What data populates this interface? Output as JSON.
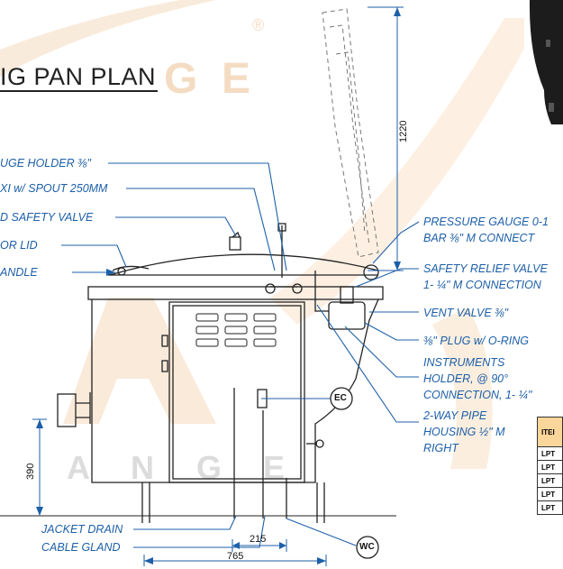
{
  "title": "IG PAN PLAN",
  "watermark": {
    "letters": [
      "G",
      "E"
    ],
    "lower_letters": [
      "A",
      "N",
      "G",
      "E"
    ],
    "registered": "®"
  },
  "left_labels": [
    "UGE HOLDER ⅜\"",
    "XI w/ SPOUT 250MM",
    "D SAFETY VALVE",
    "OR LID",
    "ANDLE",
    "JACKET DRAIN",
    "CABLE GLAND"
  ],
  "right_labels": [
    [
      "PRESSURE GAUGE 0-1",
      "BAR ⅜\" M CONNECT"
    ],
    [
      "SAFETY RELIEF VALVE",
      "1- ¼\" M CONNECTION"
    ],
    [
      "VENT VALVE ⅜\""
    ],
    [
      "⅜\" PLUG w/ O-RING"
    ],
    [
      "INSTRUMENTS",
      "HOLDER, @ 90°",
      "CONNECTION, 1- ¼\""
    ],
    [
      "2-WAY PIPE",
      "HOUSING ½\" M",
      "RIGHT"
    ]
  ],
  "dimensions": {
    "height_lid": "1220",
    "height_base": "390",
    "width_total": "765",
    "width_inner": "215"
  },
  "tags": {
    "ec": "EC",
    "wc": "WC"
  },
  "table": {
    "header": "ITEI",
    "rows": [
      "LPT",
      "LPT",
      "LPT",
      "LPT",
      "LPT"
    ]
  },
  "colors": {
    "line": "#1d5fa8",
    "drawing": "#222222",
    "watermark": "#f4dcc3",
    "table_header": "#fbd69a"
  }
}
